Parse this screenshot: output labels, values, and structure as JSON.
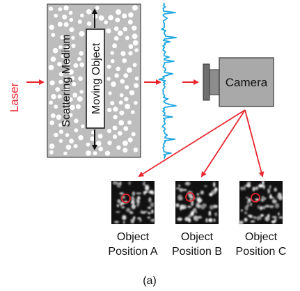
{
  "labels": {
    "laser": "Laser",
    "scattering_medium": "Scattering Medium",
    "moving_object": "Moving Object",
    "camera": "Camera",
    "caption": "(a)"
  },
  "speckle_panels": [
    {
      "line1": "Object",
      "line2": "Position A"
    },
    {
      "line1": "Object",
      "line2": "Position B"
    },
    {
      "line1": "Object",
      "line2": "Position C"
    }
  ],
  "colors": {
    "laser_red": "#e8262e",
    "signal_blue": "#1ea7e1",
    "medium_gray": "#bdbdbd",
    "camera_gray": "#a9a9a9",
    "lens_gray": "#7a7a7a",
    "marker_red": "#e8262e"
  }
}
